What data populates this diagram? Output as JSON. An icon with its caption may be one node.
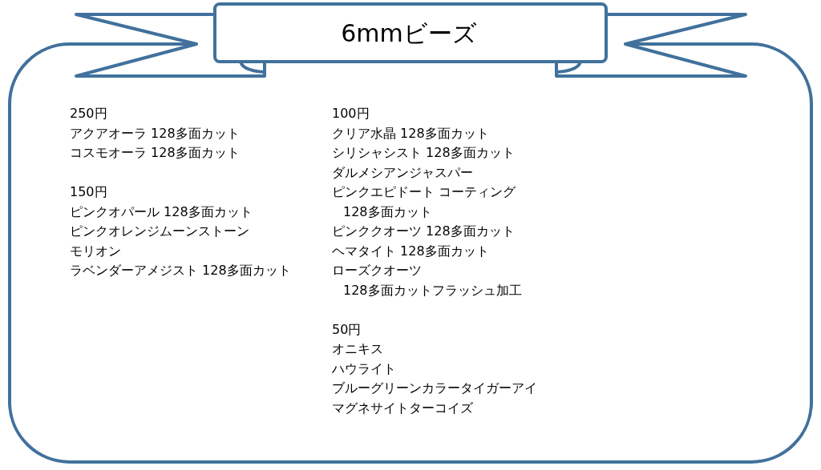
{
  "diagram": {
    "title": "6mmビーズ",
    "labels": [
      "250円",
      "アクアオーラ 128多面カット",
      "コスモオーラ 128多面カット",
      "150円",
      "ピンクオパール 128多面カット",
      "ピンクオレンジムーンストーン",
      "モリオン",
      "ラベンダーアメジスト 128多面カット",
      "100円",
      "クリア水晶 128多面カット",
      "シリシャシスト 128多面カット",
      "ダルメシアンジャスパー",
      "ピンクエピドート コーティング 128多面カット",
      "ピンククオーツ 128多面カット",
      "ヘマタイト 128多面カット",
      "ローズクオーツ 128多面カットフラッシュ加工",
      "50円",
      "オニキス",
      "ハウライト",
      "ブルーグリーンカラータイガーアイ",
      "マグネサイトターコイズ"
    ]
  }
}
